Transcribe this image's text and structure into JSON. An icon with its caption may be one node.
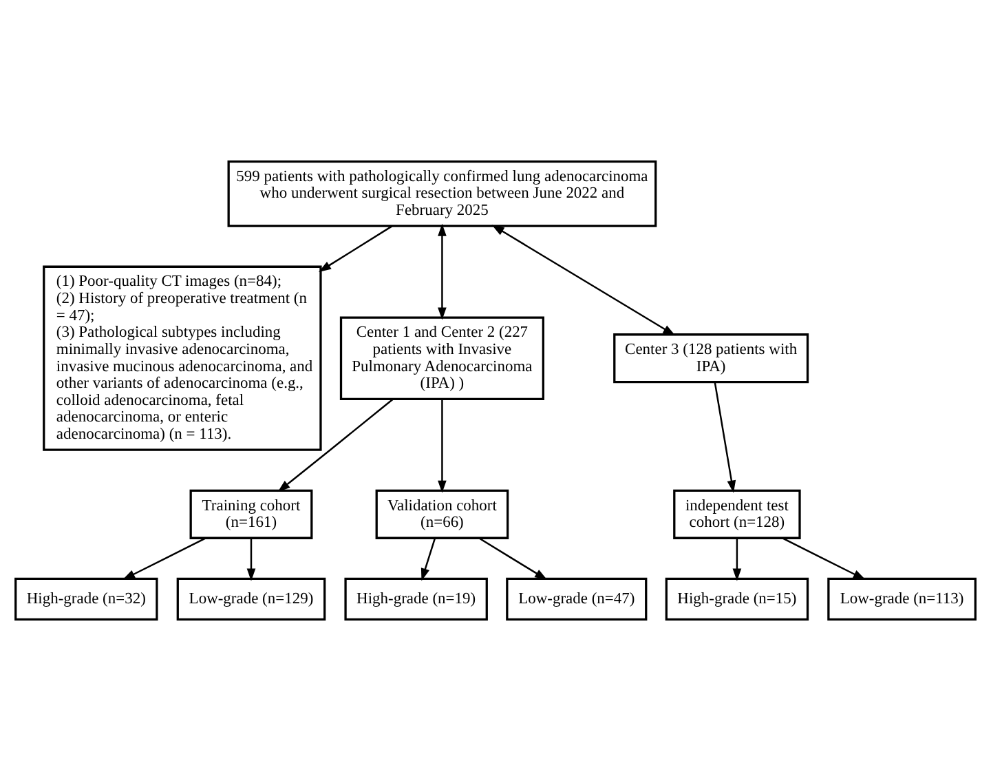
{
  "diagram": {
    "nodes": [
      {
        "text": [
          "599 patients with pathologically confirmed lung adenocarcinoma who underwent surgical resection between June 2022 and February 2025"
        ]
      },
      {
        "text": [
          "(1) Poor-quality CT images (n=84);",
          "(2) History of preoperative treatment (n = 47);",
          "(3) Pathological subtypes including minimally invasive adenocarcinoma, invasive mucinous adenocarcinoma, and other variants of adenocarcinoma (e.g., colloid adenocarcinoma, fetal adenocarcinoma, or enteric adenocarcinoma) (n = 113)."
        ]
      },
      {
        "text": [
          "Center 1 and Center 2 (227 patients with Invasive Pulmonary Adenocarcinoma (IPA) )"
        ]
      },
      {
        "text": [
          "Center 3 (128 patients with IPA)"
        ]
      },
      {
        "text": [
          "Training cohort (n=161)"
        ]
      },
      {
        "text": [
          "Validation cohort (n=66)"
        ]
      },
      {
        "text": [
          "independent test cohort (n=128)"
        ]
      },
      {
        "text": [
          "High-grade (n=32)"
        ]
      },
      {
        "text": [
          "Low-grade (n=129)"
        ]
      },
      {
        "text": [
          "High-grade (n=19)"
        ]
      },
      {
        "text": [
          "Low-grade (n=47)"
        ]
      },
      {
        "text": [
          "High-grade (n=15)"
        ]
      },
      {
        "text": [
          "Low-grade (n=113)"
        ]
      }
    ],
    "edges": [
      {
        "from": 0,
        "to": 1,
        "arrow": "to"
      },
      {
        "from": 0,
        "to": 2,
        "arrow": "both"
      },
      {
        "from": 0,
        "to": 3,
        "arrow": "both"
      },
      {
        "from": 2,
        "to": 4,
        "arrow": "to"
      },
      {
        "from": 2,
        "to": 5,
        "arrow": "to"
      },
      {
        "from": 3,
        "to": 6,
        "arrow": "to"
      },
      {
        "from": 4,
        "to": 7,
        "arrow": "to"
      },
      {
        "from": 4,
        "to": 8,
        "arrow": "to"
      },
      {
        "from": 5,
        "to": 9,
        "arrow": "to"
      },
      {
        "from": 5,
        "to": 10,
        "arrow": "to"
      },
      {
        "from": 6,
        "to": 11,
        "arrow": "to"
      },
      {
        "from": 6,
        "to": 12,
        "arrow": "to"
      }
    ]
  }
}
